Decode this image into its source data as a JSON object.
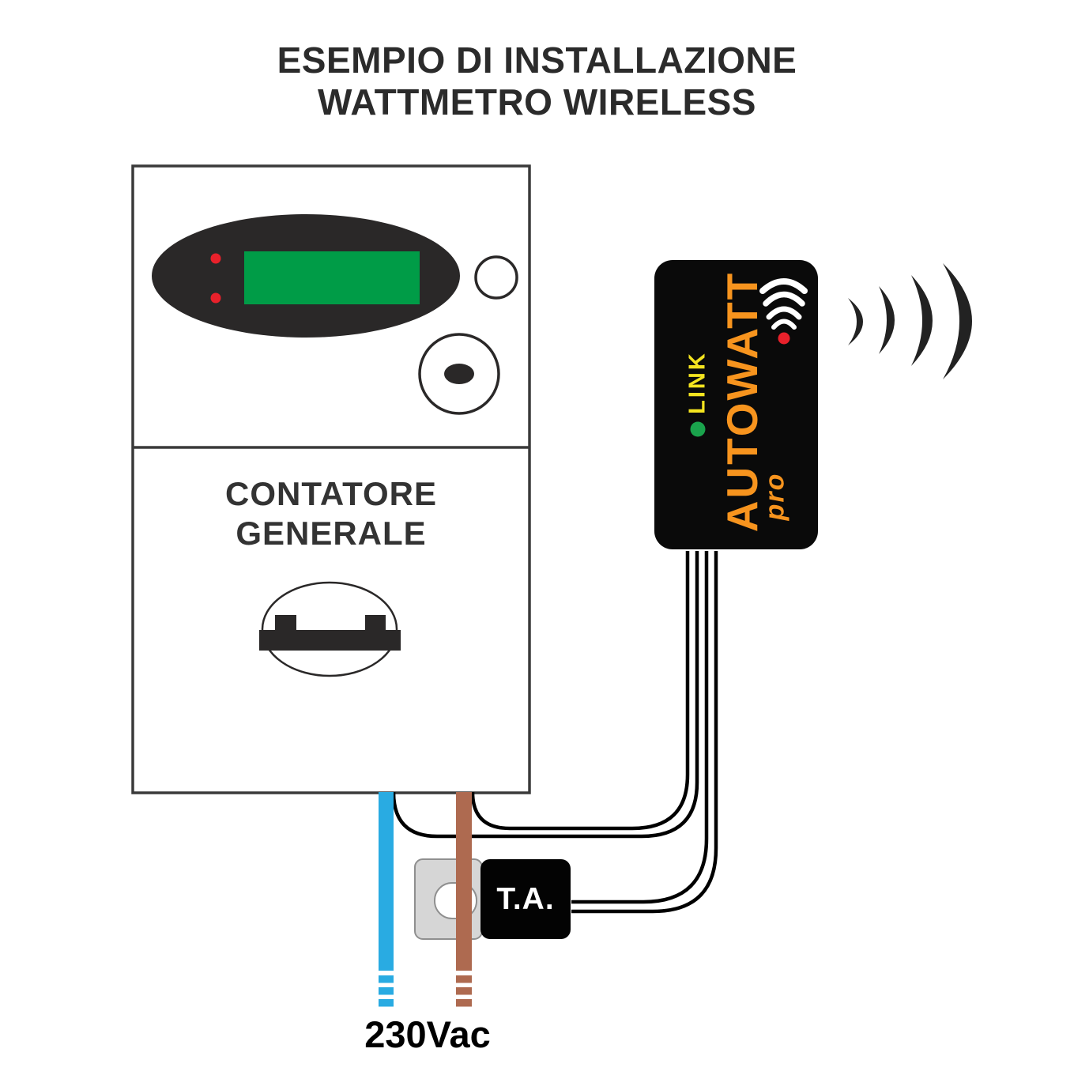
{
  "title": {
    "line1": "ESEMPIO DI INSTALLAZIONE",
    "line2": "WATTMETRO WIRELESS"
  },
  "meter": {
    "label_line1": "CONTATORE",
    "label_line2": "GENERALE"
  },
  "device": {
    "brand": "AUTOWATT",
    "model": "pro",
    "link_label": "LINK"
  },
  "current_transformer": {
    "label": "T.A."
  },
  "mains": {
    "label": "230Vac"
  },
  "colors": {
    "outline_dark": "#3a3a3a",
    "bezel_dark": "#2a2828",
    "lcd_green": "#009c47",
    "led_red": "#e8212b",
    "led_green": "#1aa34c",
    "wire_blue": "#29abe2",
    "wire_brown": "#ae6a50",
    "wire_black": "#000000",
    "brand_orange": "#f7941e",
    "link_yellow": "#f4e41f",
    "device_black": "#0a0a0a",
    "clamp_gray": "#d6d6d6",
    "ct_box_black": "#030303",
    "signal_arcs": "#222222"
  }
}
